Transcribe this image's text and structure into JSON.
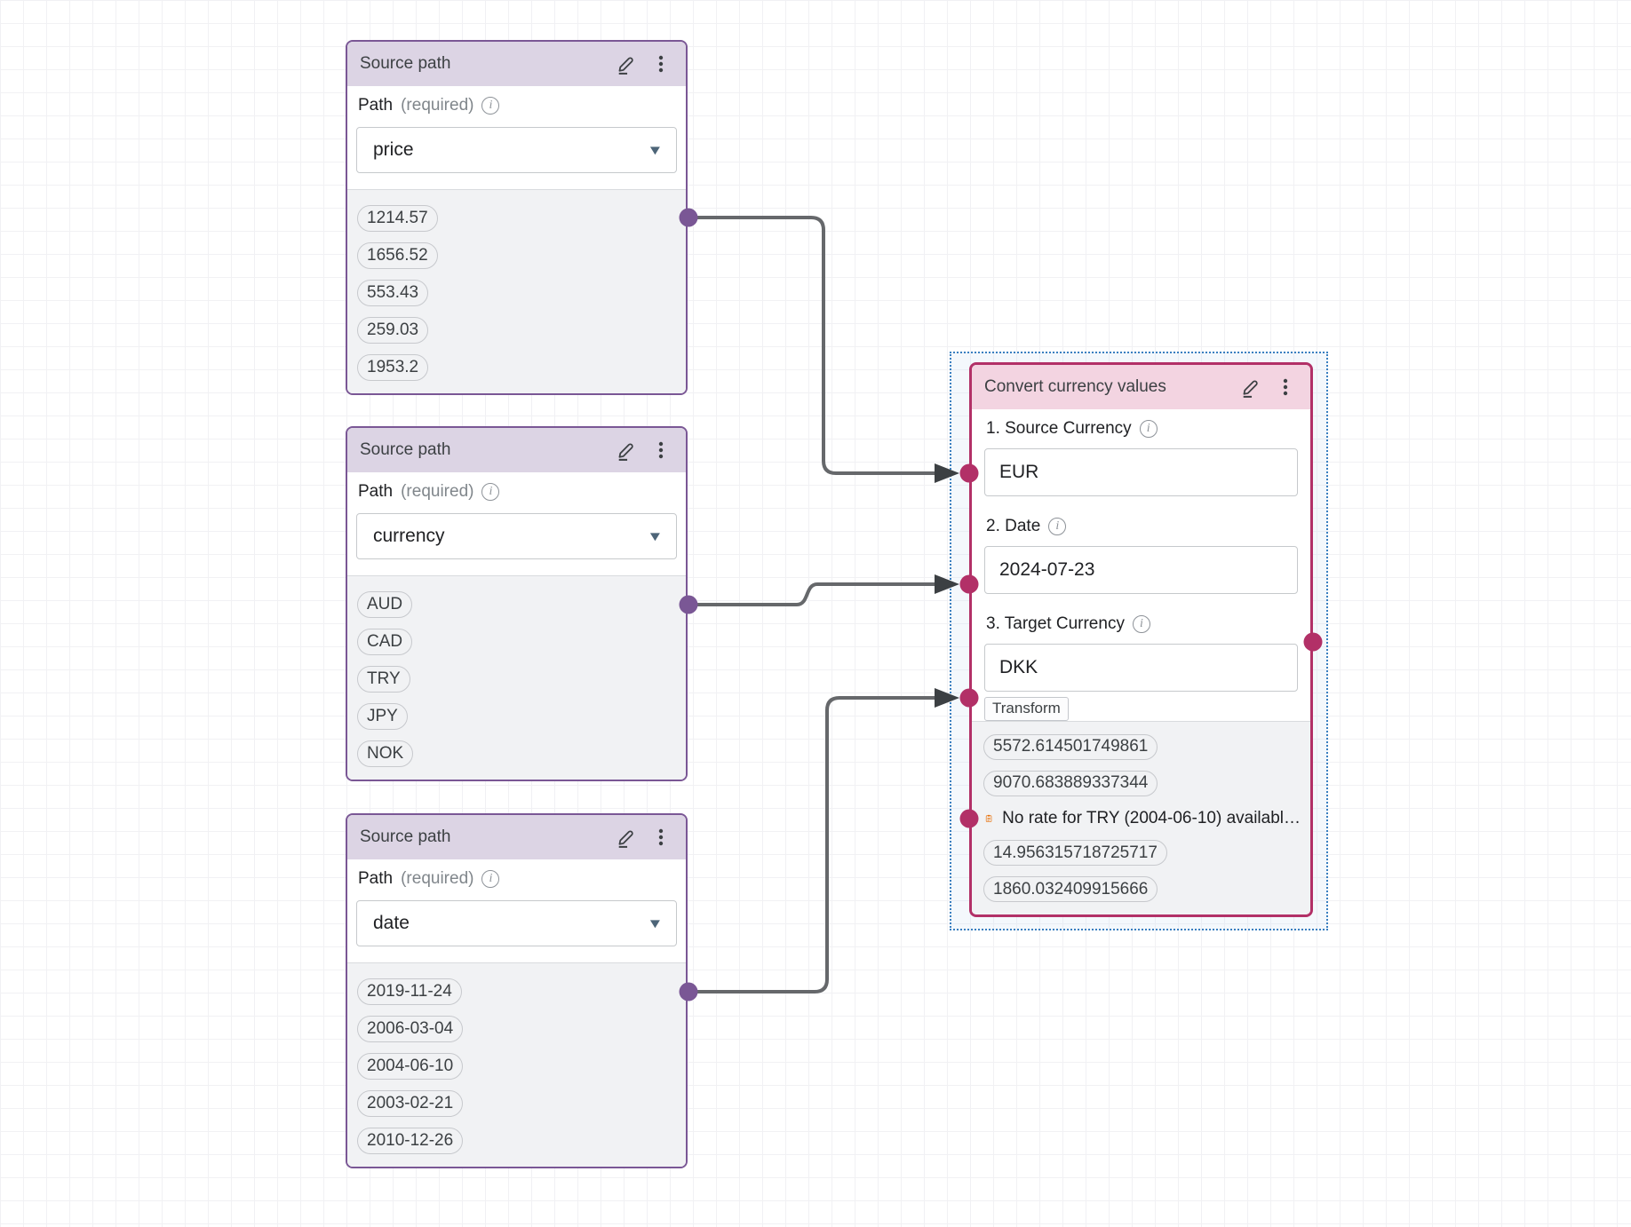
{
  "icons": {
    "caret": "▼",
    "info": "i"
  },
  "colors": {
    "source_accent": "#7a5795",
    "source_header_bg": "#dcd4e4",
    "transform_accent": "#b23067",
    "transform_header_bg": "#f3d4e1",
    "edge": "#66686b",
    "selection": "#3a7fc0",
    "error_icon": "#e8710a"
  },
  "ui": {
    "required_label": "(required)"
  },
  "nodes": {
    "source1": {
      "title": "Source path",
      "field_label": "Path",
      "value": "price",
      "items": [
        "1214.57",
        "1656.52",
        "553.43",
        "259.03",
        "1953.2"
      ]
    },
    "source2": {
      "title": "Source path",
      "field_label": "Path",
      "value": "currency",
      "items": [
        "AUD",
        "CAD",
        "TRY",
        "JPY",
        "NOK"
      ]
    },
    "source3": {
      "title": "Source path",
      "field_label": "Path",
      "value": "date",
      "items": [
        "2019-11-24",
        "2006-03-04",
        "2004-06-10",
        "2003-02-21",
        "2010-12-26"
      ]
    },
    "transform": {
      "title": "Convert currency values",
      "fields": [
        {
          "label": "1. Source Currency",
          "value": "EUR"
        },
        {
          "label": "2. Date",
          "value": "2024-07-23"
        },
        {
          "label": "3. Target Currency",
          "value": "DKK"
        }
      ],
      "tag": "Transform",
      "outputs": [
        {
          "type": "value",
          "text": "5572.614501749861"
        },
        {
          "type": "value",
          "text": "9070.683889337344"
        },
        {
          "type": "error",
          "text": "No rate for TRY (2004-06-10) availabl…"
        },
        {
          "type": "value",
          "text": "14.956315718725717"
        },
        {
          "type": "value",
          "text": "1860.032409915666"
        }
      ]
    }
  }
}
